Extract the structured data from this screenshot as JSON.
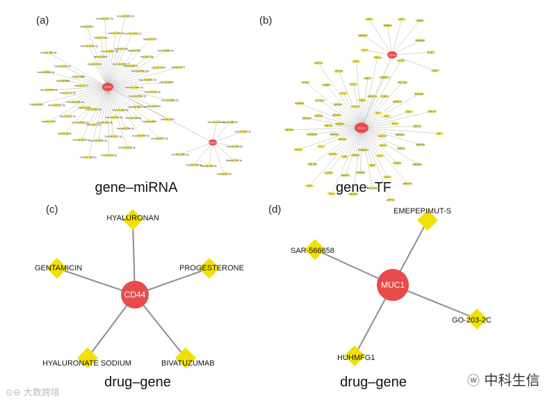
{
  "panels": {
    "a": {
      "label": "(a)",
      "title": "gene–miRNA",
      "hub1": "CD44",
      "hub2": "MUC1",
      "leaves1": [
        "hsa-mi-3163",
        "hsa-mi-4738-3p",
        "hsa-mi-4537",
        "hsa-mi-5690",
        "hsa-mi-7159",
        "hsa-mi-3121-3p",
        "hsa-mi-5007-3p",
        "hsa-mi-744-5p",
        "hsa-mi-1915-3p",
        "hsa-mi-7-5p",
        "hsa-mi-4709-5p",
        "hsa-mi-4720-3p",
        "hsa-mi-943",
        "hsa-mi-1250",
        "hsa-mi-4508",
        "hsa-mi-1-3p",
        "hsa-mi-551-5p",
        "hsa-mi-6780-5p",
        "hsa-mi-4739",
        "hsa-mi-4270",
        "hsa-mi-6093-3p",
        "hsa-mi-5586",
        "hsa-mi-199a-3p",
        "hsa-mi-143-3p",
        "hsa-mi-3065-5p",
        "hsa-mi-302b-3p",
        "hsa-mi-323a",
        "hsa-mi-4731",
        "hsa-mi-30c-2-3p",
        "hsa-mi-4680",
        "hsa-mi-6072-5p",
        "hsa-mi-136-5p",
        "hsa-mi-5700-5p",
        "hsa-mi-30d-5p",
        "hsa-mi-125a-3p",
        "hsa-mi-3148-3p",
        "hsa-mi-133a-5p",
        "hsa-mi-3121-5p",
        "hsa-mi-211-5p",
        "hsa-mi-34a-5p",
        "hsa-mi-4765-3p",
        "hsa-mi-150-5p",
        "hsa-mi-22-3p",
        "hsa-mi-3173-3p",
        "hsa-mi-361-5p",
        "hsa-mi-103a-3p",
        "hsa-mi-3658",
        "hsa-mi-363",
        "hsa-mi-191-5p",
        "hsa-mi-1296",
        "hsa-mi-1909-3p",
        "hsa-mi-2115-5p",
        "hsa-mi-4661",
        "hsa-mi-7-2-3p",
        "hsa-mi-4785-5p",
        "hsa-mi-3173",
        "hsa-mi-4682",
        "hsa-mi-520a-3p",
        "hsa-mi-548f",
        "hsa-mi-373-3p",
        "hsa-mi-766-5p"
      ],
      "leaves2": [
        "hsa-mi-1226-5p",
        "hsa-mi-485-5p",
        "hsa-mi-29a-3p",
        "hsa-mi-335-5p",
        "hsa-mi-124-3p",
        "hsa-mi-21-5p",
        "hsa-mi-338-5p",
        "hsa-mi-145-5p",
        "hsa-mi-125b-5p"
      ]
    },
    "b": {
      "label": "(b)",
      "title": "gene–TF",
      "hub1": "CD44",
      "hub2": "MUC1",
      "leaves1": [
        "TCF7",
        "WRNIP1",
        "NFIC",
        "RBBP5",
        "EED",
        "CBFB",
        "TARDBP",
        "ESR1",
        "ZNF7"
      ],
      "leaves2": [
        "TRIM22",
        "SAP30",
        "KDM5B",
        "NR2C2",
        "GTF3C2",
        "PHF8",
        "SIN3A",
        "CTBP2",
        "HCFC1",
        "CTCF",
        "ZFP36",
        "FOXJ2",
        "ELK1",
        "E2F1",
        "ZEB1",
        "HSF1",
        "RELA",
        "ZBTB7A",
        "L3MBTL2",
        "KLF4",
        "TFDP1",
        "BCL11B",
        "ZFX",
        "ZNTB11",
        "ZNF384",
        "SP1",
        "MAX",
        "ZNF18",
        "GLI4",
        "ZNF23",
        "SP7",
        "HMGN3",
        "MEF2B",
        "ZNF317",
        "MXD4",
        "SREBF1",
        "REST",
        "TFAP4",
        "ZNF770",
        "KLF7",
        "E2F4",
        "ZFP37",
        "MAZ",
        "BCL11A",
        "CREB3L1",
        "GATAD1",
        "ZNF547",
        "GATA3",
        "BRAP1",
        "TAL1",
        "SP3",
        "CCNT2",
        "DEK",
        "GLIS2",
        "ZNF263",
        "NFKB1",
        "YY1",
        "PATZ1",
        "SMAD1",
        "ZNF263B",
        "ZNF544",
        "ZNF22",
        "ZNF574"
      ]
    },
    "c": {
      "label": "(c)",
      "title": "drug–gene",
      "hub": "CD44",
      "drugs": [
        "HYALURONAN",
        "GENTAMICIN",
        "PROGESTERONE",
        "HYALURONATE SODIUM",
        "BIVATUZUMAB"
      ]
    },
    "d": {
      "label": "(d)",
      "title": "drug–gene",
      "hub": "MUC1",
      "drugs": [
        "EMEPEPIMUT-S",
        "SAR-566658",
        "GO-203-2C",
        "HUHMFG1"
      ]
    }
  },
  "watermark": {
    "left_text": "大数跨境",
    "right_text": "中科生信"
  },
  "colors": {
    "hub": "#e84b4b",
    "leaf": "#f2e100",
    "leaf_small": "#f5ee7a",
    "edge": "#8c8c8c"
  }
}
